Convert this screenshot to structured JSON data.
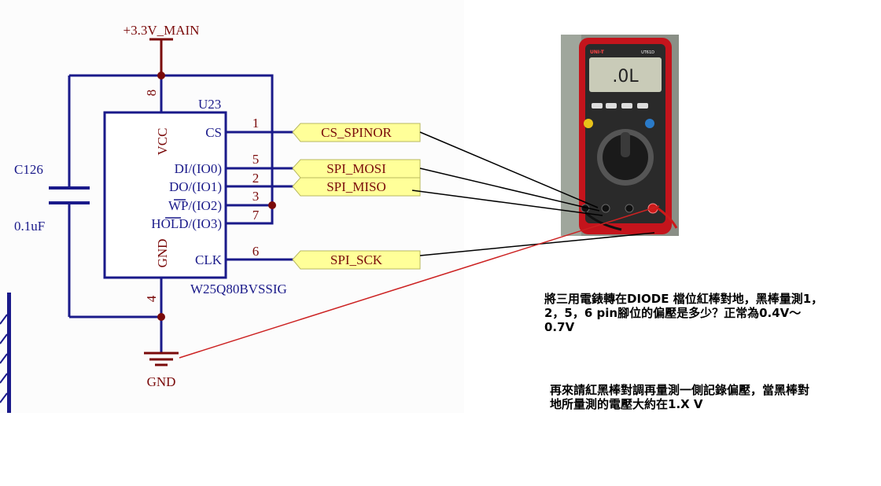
{
  "schematic": {
    "power_net": "+3.3V_MAIN",
    "ground_net": "GND",
    "chip": {
      "ref": "U23",
      "part": "W25Q80BVSSIG",
      "vcc_label": "VCC",
      "gnd_label": "GND",
      "vcc_pin": "8",
      "gnd_pin": "4",
      "pins": [
        {
          "num": "1",
          "name": "CS"
        },
        {
          "num": "5",
          "name": "DI/(IO0)"
        },
        {
          "num": "2",
          "name": "DO/(IO1)"
        },
        {
          "num": "3",
          "name": "WP/(IO2)"
        },
        {
          "num": "7",
          "name": "HOLD/(IO3)"
        },
        {
          "num": "6",
          "name": "CLK"
        }
      ]
    },
    "capacitor": {
      "ref": "C126",
      "value": "0.1uF"
    },
    "net_labels": [
      "CS_SPINOR",
      "SPI_MOSI",
      "SPI_MISO",
      "SPI_SCK"
    ]
  },
  "multimeter": {
    "brand": "UNI-T",
    "model": "UT61D",
    "display": ".0L",
    "colors": {
      "body": "#c4141c",
      "knob": "#1a1a1a",
      "screen": "#c9cbb8"
    }
  },
  "notes": {
    "first": "將三用電錶轉在DIODE 檔位紅棒對地，黑棒量測1，2，5，6 pin腳位的偏壓是多少？正常為0.4V～0.7V",
    "second": "再來請紅黑棒對調再量測一側記錄偏壓，當黑棒對地所量測的電壓大約在1.X V"
  },
  "colors": {
    "wire": "#1a1a8a",
    "component": "#7a0a0a",
    "net_label_fill": "#ffff99",
    "probe_red": "#cc2222",
    "probe_black": "#000000"
  }
}
